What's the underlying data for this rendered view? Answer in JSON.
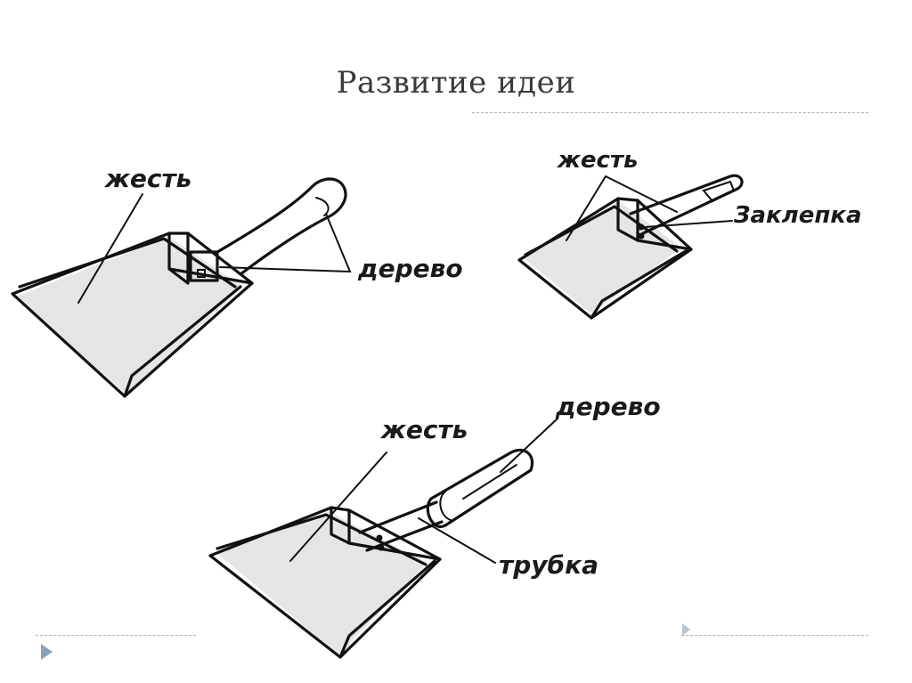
{
  "slide": {
    "title": "Развитие идеи"
  },
  "drawings": [
    {
      "labels": [
        "жесть",
        "дерево"
      ]
    },
    {
      "labels": [
        "жесть",
        "Заклепка"
      ]
    },
    {
      "labels": [
        "жесть",
        "дерево",
        "трубка"
      ]
    }
  ],
  "colors": {
    "title": "#3a3a3a",
    "rule": "#9fb2c2",
    "ink": "#111111"
  }
}
